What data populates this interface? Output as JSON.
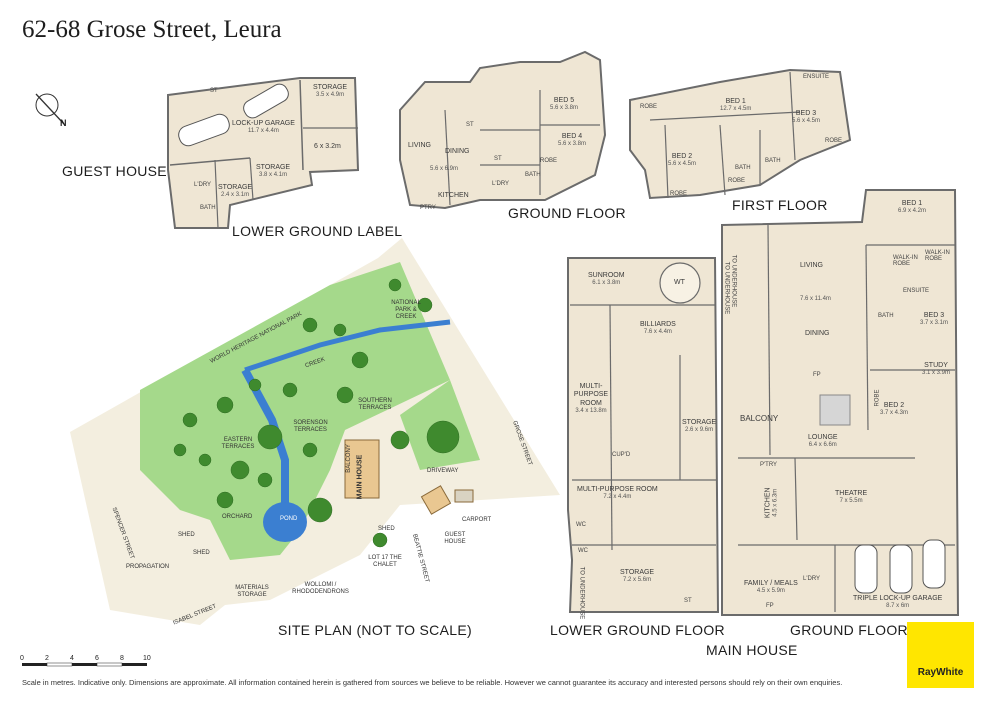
{
  "title": "62-68 Grose Street, Leura",
  "section_labels": {
    "guest_house": "GUEST HOUSE",
    "lower_ground_label": "LOWER GROUND LABEL",
    "ground_floor_guest": "GROUND FLOOR",
    "first_floor": "FIRST FLOOR",
    "site_plan": "SITE PLAN (NOT TO SCALE)",
    "lower_ground_floor": "LOWER GROUND FLOOR",
    "ground_floor_main": "GROUND FLOOR",
    "main_house": "MAIN HOUSE"
  },
  "compass": "N",
  "guest_lower_ground": {
    "st": "ST",
    "garage_name": "LOCK-UP GARAGE",
    "garage_dim": "11.7 x 4.4m",
    "storage_a_name": "STORAGE",
    "storage_a_dim": "3.5 x 4.9m",
    "room_6x3": "6 x 3.2m",
    "storage_b_name": "STORAGE",
    "storage_b_dim": "3.8 x 4.1m",
    "storage_c_name": "STORAGE",
    "storage_c_dim": "2.4 x 3.1m",
    "ldry": "L'DRY",
    "bath": "BATH"
  },
  "guest_ground": {
    "living": "LIVING",
    "dining": "DINING",
    "dining_dim": "5.6 x 6.9m",
    "kitchen": "KITCHEN",
    "ptry": "PTRY",
    "st1": "ST",
    "st2": "ST",
    "bed5_name": "BED 5",
    "bed5_dim": "5.6 x 3.8m",
    "bed4_name": "BED 4",
    "bed4_dim": "5.6 x 3.8m",
    "bath": "BATH",
    "robe": "ROBE",
    "ldry": "L'DRY"
  },
  "guest_first": {
    "robe1": "ROBE",
    "bed1_name": "BED 1",
    "bed1_dim": "12.7 x 4.5m",
    "ensuite": "ENSUITE",
    "bed3_name": "BED 3",
    "bed3_dim": "5.6 x 4.5m",
    "robe2": "ROBE",
    "bed2_name": "BED 2",
    "bed2_dim": "5.6 x 4.5m",
    "bath1": "BATH",
    "bath2": "BATH",
    "robe3": "ROBE",
    "robe4": "ROBE"
  },
  "site": {
    "world_heritage": "WORLD HERITAGE NATIONAL PARK",
    "national_park": "NATIONAL PARK & CREEK",
    "creek": "CREEK",
    "eastern_terraces": "EASTERN TERRACES",
    "sorenson_terraces": "SORENSON TERRACES",
    "southern_terraces": "SOUTHERN TERRACES",
    "balcony": "BALCONY",
    "main_house": "MAIN HOUSE",
    "driveway": "DRIVEWAY",
    "grose_street": "GROSE STREET",
    "orchard": "ORCHARD",
    "pond": "POND",
    "shed1": "SHED",
    "shed2": "SHED",
    "shed3": "SHED",
    "guest_house": "GUEST HOUSE",
    "carport": "CARPORT",
    "spencer_street": "SPENCER STREET",
    "propagation": "PROPAGATION",
    "materials_storage": "MATERIALS STORAGE",
    "isabel_street": "ISABEL STREET",
    "wollomi": "WOLLOMI / RHODODENDRONS",
    "lot17": "LOT 17 THE CHALET",
    "beattie_street": "BEATTIE STREET"
  },
  "main_lower": {
    "sunroom_name": "SUNROOM",
    "sunroom_dim": "6.1 x 3.8m",
    "wt": "WT",
    "billiards_name": "BILLIARDS",
    "billiards_dim": "7.6 x 4.4m",
    "mpr1_name": "MULTI-PURPOSE ROOM",
    "mpr1_dim": "3.4 x 13.8m",
    "cupd": "CUP'D",
    "storage1_name": "STORAGE",
    "storage1_dim": "2.6 x 9.6m",
    "mpr2_name": "MULTI-PURPOSE ROOM",
    "mpr2_dim": "7.2 x 4.4m",
    "wc1": "WC",
    "wc2": "WC",
    "storage2_name": "STORAGE",
    "storage2_dim": "7.2 x 5.6m",
    "st": "ST",
    "to_underhouse_1": "TO UNDERHOUSE",
    "to_underhouse_2": "TO UNDERHOUSE"
  },
  "main_ground": {
    "to_underhouse": "TO UNDERHOUSE",
    "balcony": "BALCONY",
    "living_name": "LIVING",
    "living_dim": "7.6 x 11.4m",
    "dining": "DINING",
    "fp1": "FP",
    "lounge_name": "LOUNGE",
    "lounge_dim": "6.4 x 6.6m",
    "bed1_name": "BED 1",
    "bed1_dim": "6.9 x 4.2m",
    "walkin_robe1": "WALK-IN ROBE",
    "walkin_robe2": "WALK-IN ROBE",
    "ensuite": "ENSUITE",
    "bath": "BATH",
    "bed3_name": "BED 3",
    "bed3_dim": "3.7 x 3.1m",
    "study_name": "STUDY",
    "study_dim": "3.1 x 3.9m",
    "robe": "ROBE",
    "bed2_name": "BED 2",
    "bed2_dim": "3.7 x 4.3m",
    "ptry": "P'TRY",
    "kitchen_name": "KITCHEN",
    "kitchen_dim": "4.5 x 6.3m",
    "theatre_name": "THEATRE",
    "theatre_dim": "7 x 5.5m",
    "family_name": "FAMILY / MEALS",
    "family_dim": "4.5 x 5.9m",
    "fp2": "FP",
    "ldry": "L'DRY",
    "garage_name": "TRIPLE LOCK-UP GARAGE",
    "garage_dim": "8.7 x 6m"
  },
  "scale_ticks": [
    "0",
    "2",
    "4",
    "6",
    "8",
    "10"
  ],
  "disclaimer": "Scale in metres. Indicative only. Dimensions are approximate. All information contained herein is gathered from sources we believe to be reliable. However we cannot guarantee its accuracy and interested persons should rely on their own enquiries.",
  "brand": "RayWhite",
  "colors": {
    "floor": "#efe6d4",
    "wall": "#6b6b6b",
    "grass": "#a5d98b",
    "tree": "#3f8a2e",
    "water": "#3b7fd1",
    "brand_yellow": "#ffe600"
  }
}
